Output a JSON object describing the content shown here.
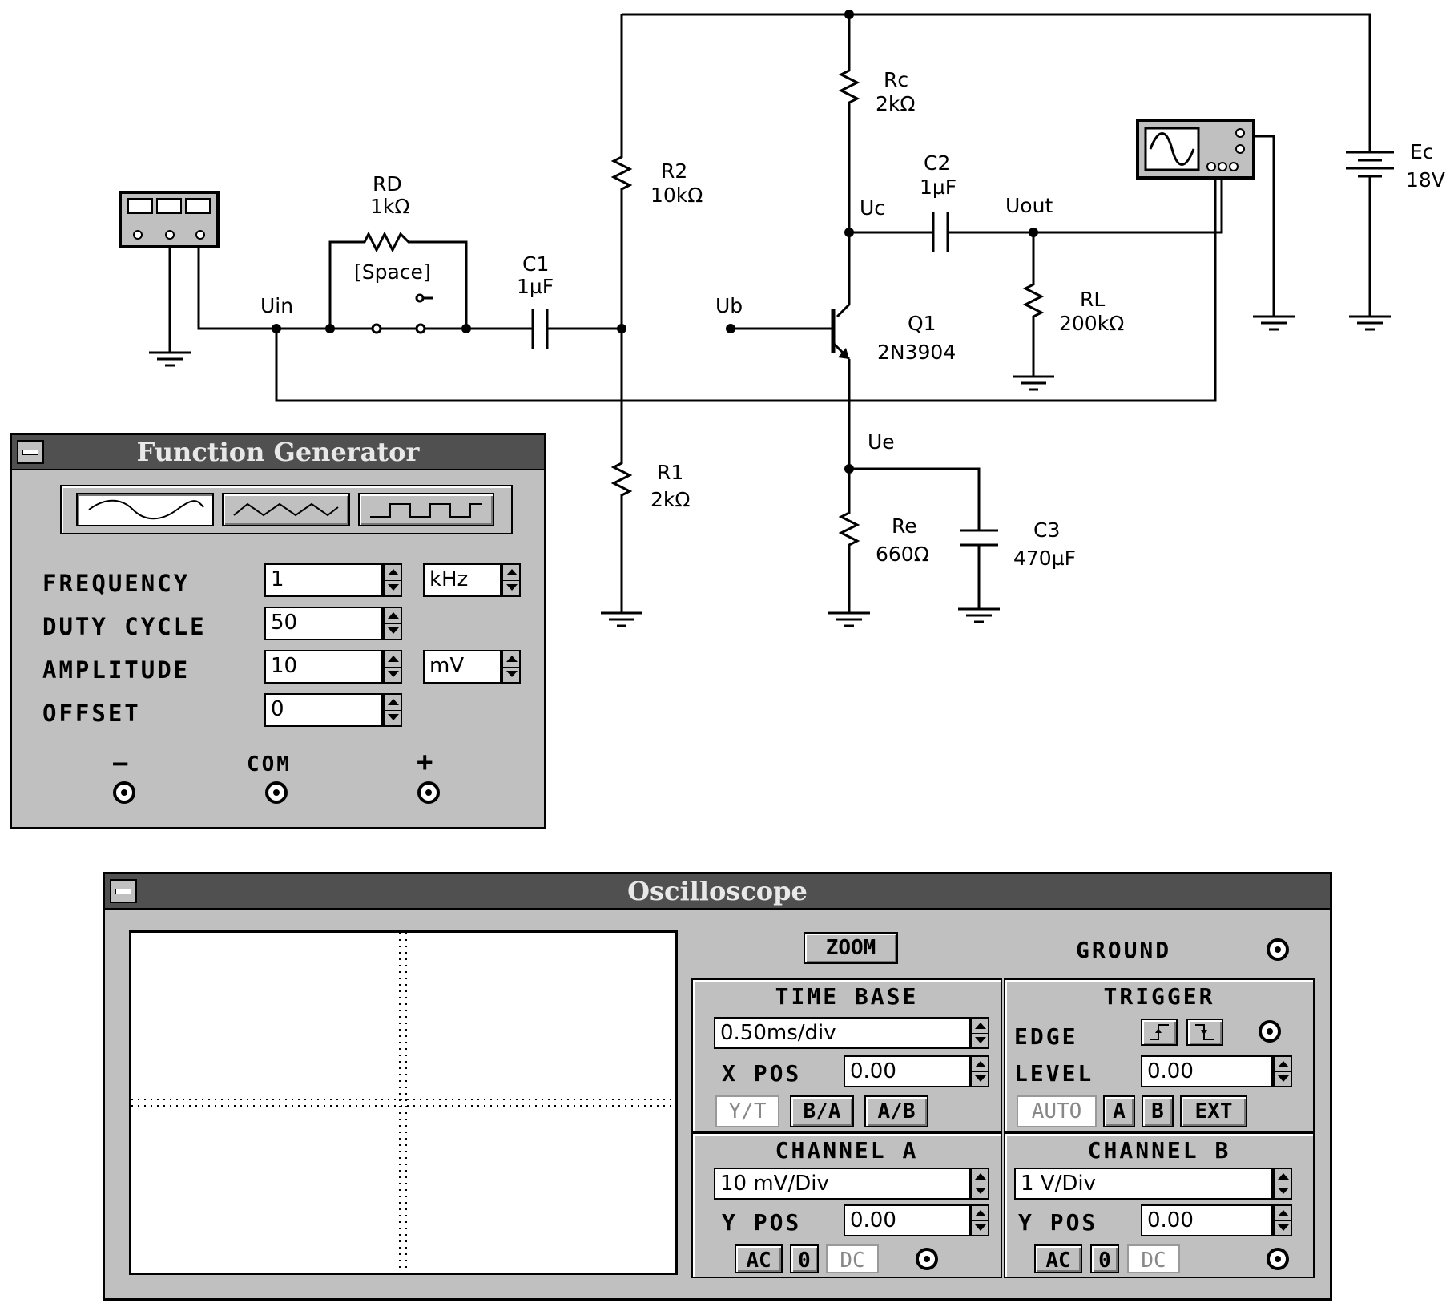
{
  "schematic": {
    "labels": {
      "uin": "Uin",
      "rd_name": "RD",
      "rd_value": "1kΩ",
      "space_key": "[Space]",
      "c1_name": "C1",
      "c1_value": "1µF",
      "r2_name": "R2",
      "r2_value": "10kΩ",
      "ub": "Ub",
      "rc_name": "Rc",
      "rc_value": "2kΩ",
      "uc": "Uc",
      "c2_name": "C2",
      "c2_value": "1µF",
      "uout": "Uout",
      "rl_name": "RL",
      "rl_value": "200kΩ",
      "q1_name": "Q1",
      "q1_part": "2N3904",
      "ec_name": "Ec",
      "ec_value": "18V",
      "r1_name": "R1",
      "r1_value": "2kΩ",
      "ue": "Ue",
      "re_name": "Re",
      "re_value": "660Ω",
      "c3_name": "C3",
      "c3_value": "470µF"
    }
  },
  "function_generator": {
    "title": "Function Generator",
    "waveforms": [
      "sine-wave-icon",
      "triangle-wave-icon",
      "square-wave-icon"
    ],
    "selected_waveform": "sine",
    "frequency": {
      "label": "FREQUENCY",
      "value": "1",
      "unit": "kHz"
    },
    "duty_cycle": {
      "label": "DUTY CYCLE",
      "value": "50"
    },
    "amplitude": {
      "label": "AMPLITUDE",
      "value": "10",
      "unit": "mV"
    },
    "offset": {
      "label": "OFFSET",
      "value": "0"
    },
    "terminals": {
      "minus": "−",
      "com": "COM",
      "plus": "+"
    }
  },
  "oscilloscope": {
    "title": "Oscilloscope",
    "zoom_label": "ZOOM",
    "ground_label": "GROUND",
    "time_base": {
      "title": "TIME BASE",
      "value": "0.50ms/div",
      "xpos_label": "X POS",
      "xpos_value": "0.00",
      "modes": [
        "Y/T",
        "B/A",
        "A/B"
      ]
    },
    "trigger": {
      "title": "TRIGGER",
      "edge_label": "EDGE",
      "level_label": "LEVEL",
      "level_value": "0.00",
      "modes": [
        "AUTO",
        "A",
        "B",
        "EXT"
      ]
    },
    "channel_a": {
      "title": "CHANNEL A",
      "scale": "10 mV/Div",
      "ypos_label": "Y POS",
      "ypos_value": "0.00",
      "coupling": [
        "AC",
        "0",
        "DC"
      ]
    },
    "channel_b": {
      "title": "CHANNEL B",
      "scale": "1 V/Div",
      "ypos_label": "Y POS",
      "ypos_value": "0.00",
      "coupling": [
        "AC",
        "0",
        "DC"
      ]
    }
  },
  "colors": {
    "window_face": "#c0c0c0",
    "title_bar": "#505050",
    "wire": "#000000"
  }
}
